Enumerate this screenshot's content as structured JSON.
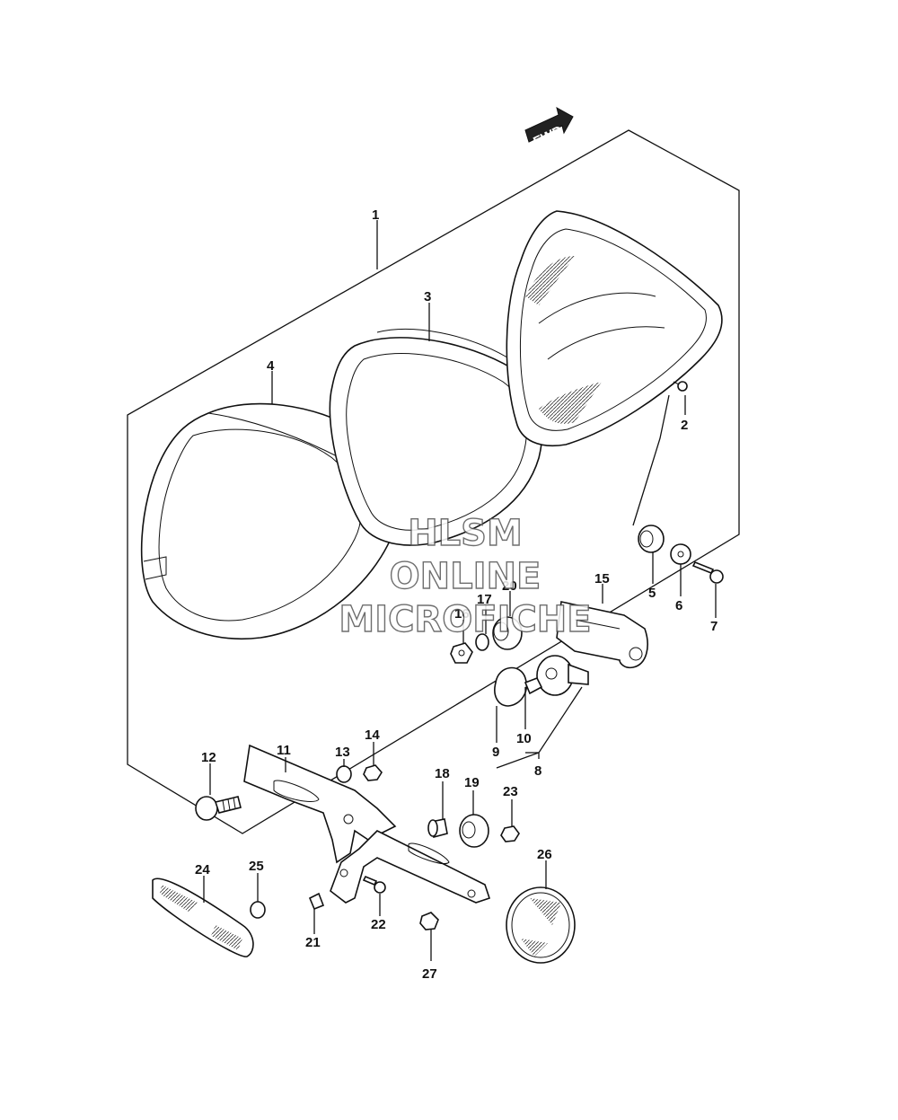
{
  "direction_badge": {
    "text": "FWD"
  },
  "watermark": {
    "line1": "HLSM",
    "line2": "ONLINE",
    "line3": "MICROFICHE"
  },
  "callouts": [
    "1",
    "2",
    "3",
    "4",
    "5",
    "6",
    "7",
    "8",
    "9",
    "10",
    "11",
    "12",
    "13",
    "14",
    "15",
    "16",
    "17",
    "20",
    "18",
    "19",
    "23",
    "24",
    "25",
    "26",
    "21",
    "22",
    "27"
  ]
}
